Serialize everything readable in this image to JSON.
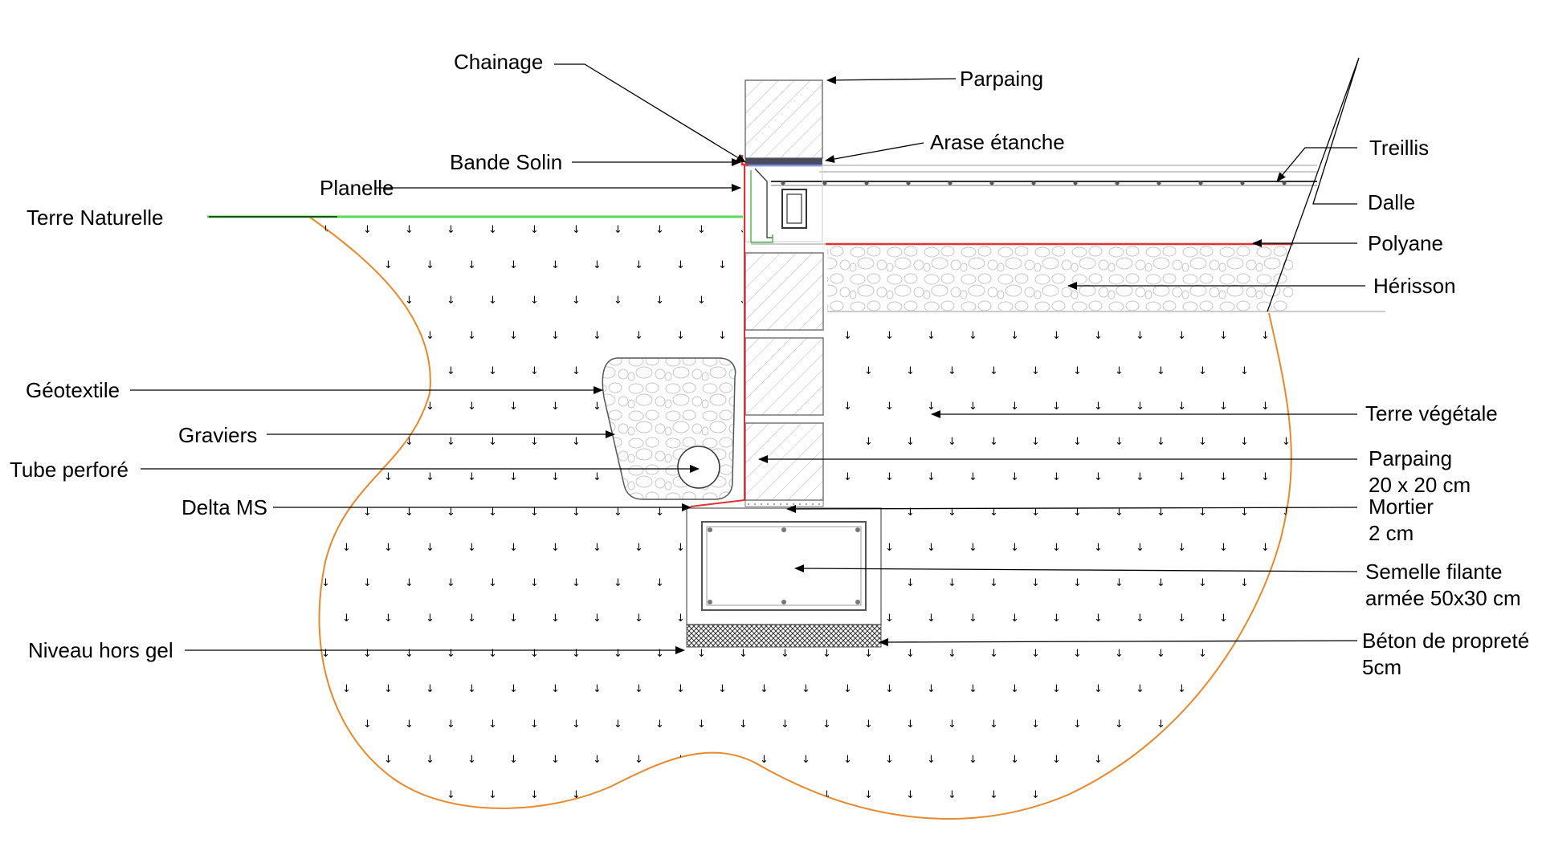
{
  "labels": {
    "chainage": "Chainage",
    "parpaing_top": "Parpaing",
    "arase_etanche": "Arase étanche",
    "bande_solin": "Bande Solin",
    "treillis": "Treillis",
    "planelle": "Planelle",
    "dalle": "Dalle",
    "terre_naturelle": "Terre Naturelle",
    "polyane": "Polyane",
    "herisson": "Hérisson",
    "geotextile": "Géotextile",
    "terre_vegetale": "Terre végétale",
    "graviers": "Graviers",
    "tube_perfore": "Tube perforé",
    "parpaing_bottom_1": "Parpaing",
    "parpaing_bottom_2": "20 x 20 cm",
    "delta_ms": "Delta MS",
    "mortier_1": "Mortier",
    "mortier_2": "2 cm",
    "semelle_1": "Semelle filante",
    "semelle_2": "armée 50x30 cm",
    "niveau_hors_gel": "Niveau hors gel",
    "beton_1": "Béton de propreté",
    "beton_2": "5cm"
  },
  "colors": {
    "soil_outline": "#e8892c",
    "ground_line": "#55dd55",
    "polyane": "#e03030",
    "arase": "#3a5fd0",
    "delta_ms": "#e03030",
    "ink": "#000000"
  }
}
